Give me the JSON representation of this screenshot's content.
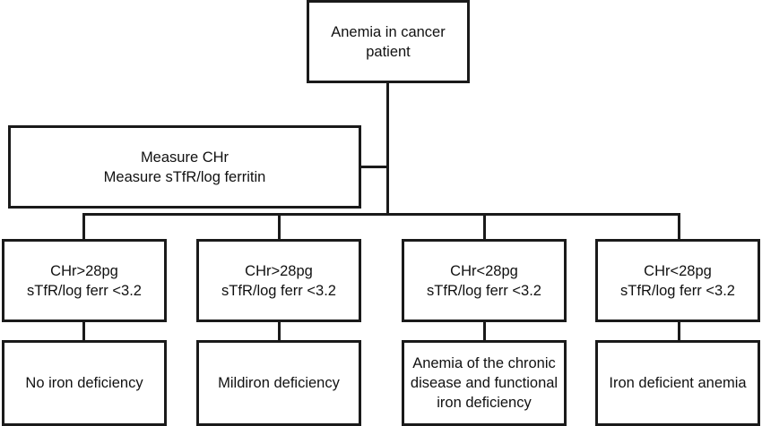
{
  "root": {
    "line1": "Anemia in cancer",
    "line2": "patient"
  },
  "measure": {
    "line1": "Measure CHr",
    "line2": "Measure sTfR/log ferritin"
  },
  "conditions": [
    {
      "line1": "CHr>28pg",
      "line2": "sTfR/log ferr <3.2"
    },
    {
      "line1": "CHr>28pg",
      "line2": "sTfR/log ferr <3.2"
    },
    {
      "line1": "CHr<28pg",
      "line2": "sTfR/log ferr <3.2"
    },
    {
      "line1": "CHr<28pg",
      "line2": "sTfR/log ferr <3.2"
    }
  ],
  "outcomes": [
    {
      "lines": [
        "No iron deficiency"
      ]
    },
    {
      "lines": [
        "Mildiron deficiency"
      ]
    },
    {
      "lines": [
        "Anemia of the chronic",
        "disease and functional",
        "iron deficiency"
      ]
    },
    {
      "lines": [
        "Iron deficient anemia"
      ]
    }
  ]
}
